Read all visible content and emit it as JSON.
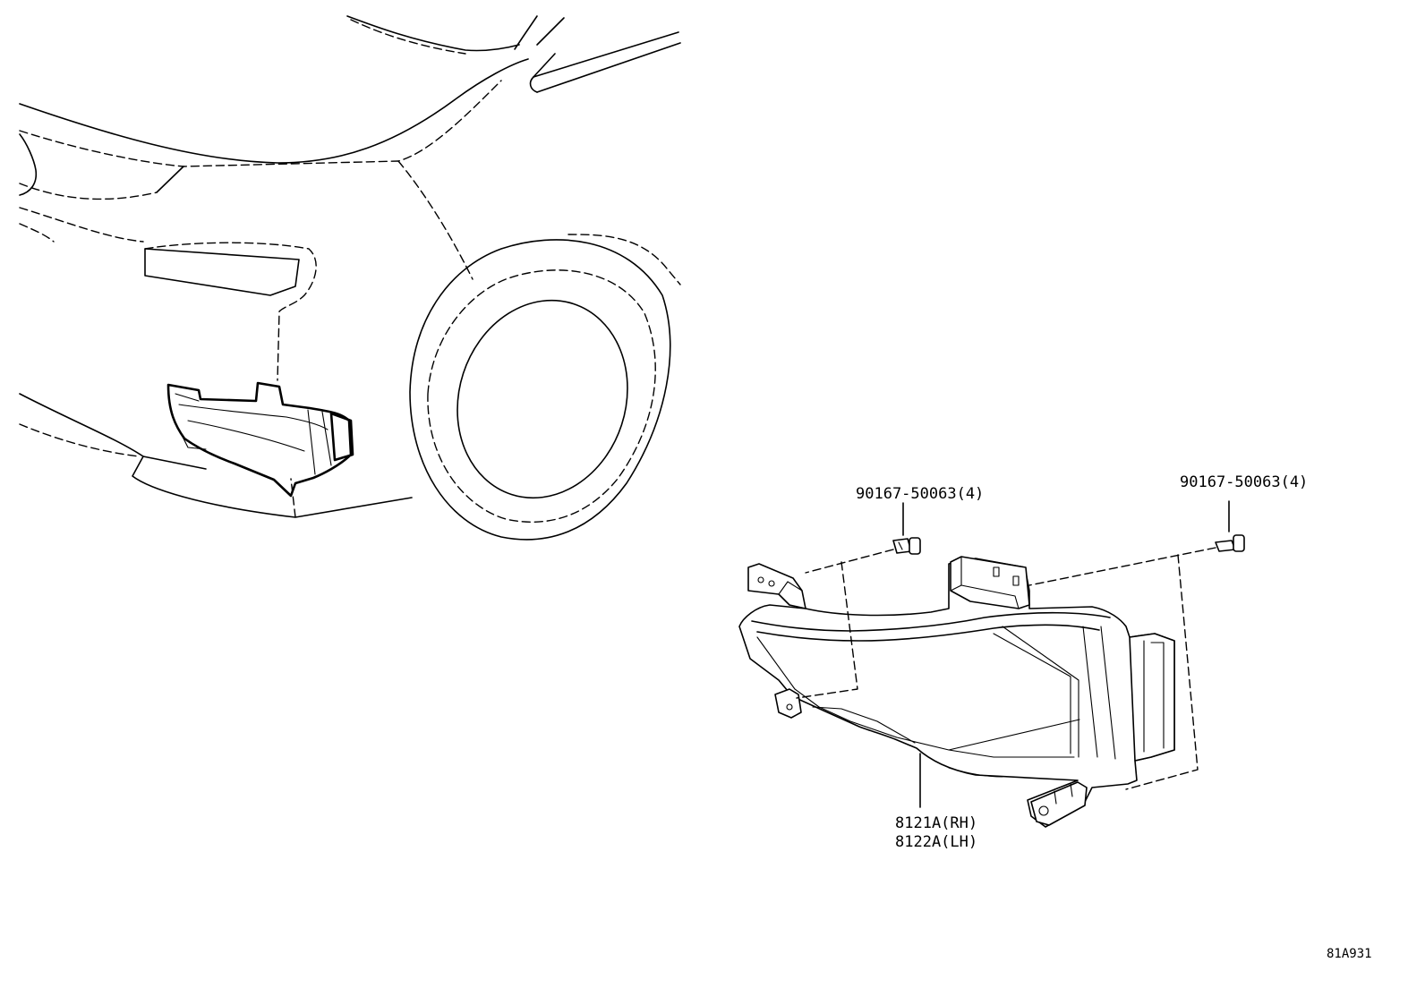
{
  "diagram": {
    "labels": {
      "bolt_left": "90167-50063(4)",
      "bolt_right": "90167-50063(4)",
      "part_rh": "8121A(RH)",
      "part_lh": "8122A(LH)",
      "reference": "81A931"
    }
  }
}
